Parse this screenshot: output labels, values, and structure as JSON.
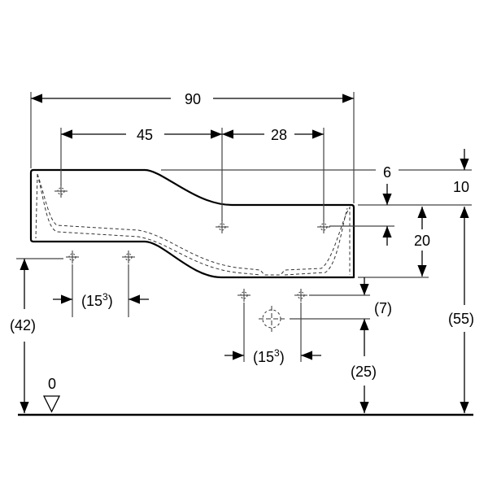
{
  "drawing": {
    "dimensions": {
      "overall_width": "90",
      "left_hole_offset": "45",
      "right_hole_offset": "28",
      "edge_offset": "6",
      "depth_step": "10",
      "tap_hole_depth": "20",
      "bottom_offset": "(7)",
      "left_height": "(42)",
      "total_height": "(55)",
      "waste_height": "(25)",
      "left_fixing_spacing_base": "(15",
      "left_fixing_spacing_sup": "3",
      "left_fixing_spacing_close": ")",
      "right_fixing_spacing_base": "(15",
      "right_fixing_spacing_sup": "3",
      "right_fixing_spacing_close": ")",
      "floor_level": "0"
    },
    "colors": {
      "line": "#000000",
      "background": "#ffffff"
    }
  }
}
